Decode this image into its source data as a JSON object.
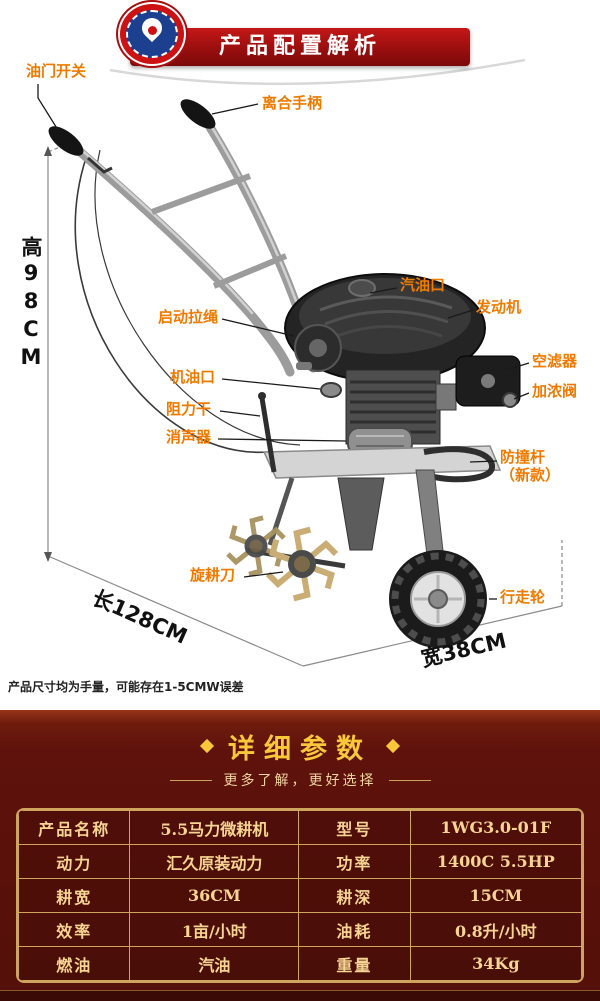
{
  "banner": {
    "title": "产品配置解析"
  },
  "icons": {
    "logo": "brand-logo"
  },
  "colors": {
    "banner_red": "#9a0e0e",
    "label_orange": "#ee7b00",
    "gold": "#f8c83a",
    "table_border": "#cfa45e",
    "section_bg": "#5e120b"
  },
  "diagram": {
    "labels": [
      {
        "name": "throttle-switch",
        "text": "油门开关"
      },
      {
        "name": "clutch-handle",
        "text": "离合手柄"
      },
      {
        "name": "fuel-port",
        "text": "汽油口"
      },
      {
        "name": "engine",
        "text": "发动机"
      },
      {
        "name": "starter-rope",
        "text": "启动拉绳"
      },
      {
        "name": "air-filter",
        "text": "空滤器"
      },
      {
        "name": "choke-valve",
        "text": "加浓阀"
      },
      {
        "name": "oil-port",
        "text": "机油口"
      },
      {
        "name": "resistance-rod",
        "text": "阻力干"
      },
      {
        "name": "muffler",
        "text": "消声器"
      },
      {
        "name": "bumper-bar",
        "text": "防撞杆",
        "text2": "（新款）"
      },
      {
        "name": "rotary-blade",
        "text": "旋耕刀"
      },
      {
        "name": "walking-wheel",
        "text": "行走轮"
      }
    ],
    "dimensions": {
      "height": "高98CM",
      "length": "长128CM",
      "width": "宽38CM"
    },
    "disclaimer": "产品尺寸均为手量，可能存在1-5CMW误差"
  },
  "details": {
    "title": "详细参数",
    "subtitle": "更多了解，更好选择",
    "rows": [
      {
        "label1": "产品名称",
        "value1": "5.5马力微耕机",
        "label2": "型号",
        "value2": "1WG3.0-01F"
      },
      {
        "label1": "动力",
        "value1": "汇久原装动力",
        "label2": "功率",
        "value2": "1400C 5.5HP"
      },
      {
        "label1": "耕宽",
        "value1": "36CM",
        "label2": "耕深",
        "value2": "15CM"
      },
      {
        "label1": "效率",
        "value1": "1亩/小时",
        "label2": "油耗",
        "value2": "0.8升/小时"
      },
      {
        "label1": "燃油",
        "value1": "汽油",
        "label2": "重量",
        "value2": "34Kg"
      }
    ]
  }
}
